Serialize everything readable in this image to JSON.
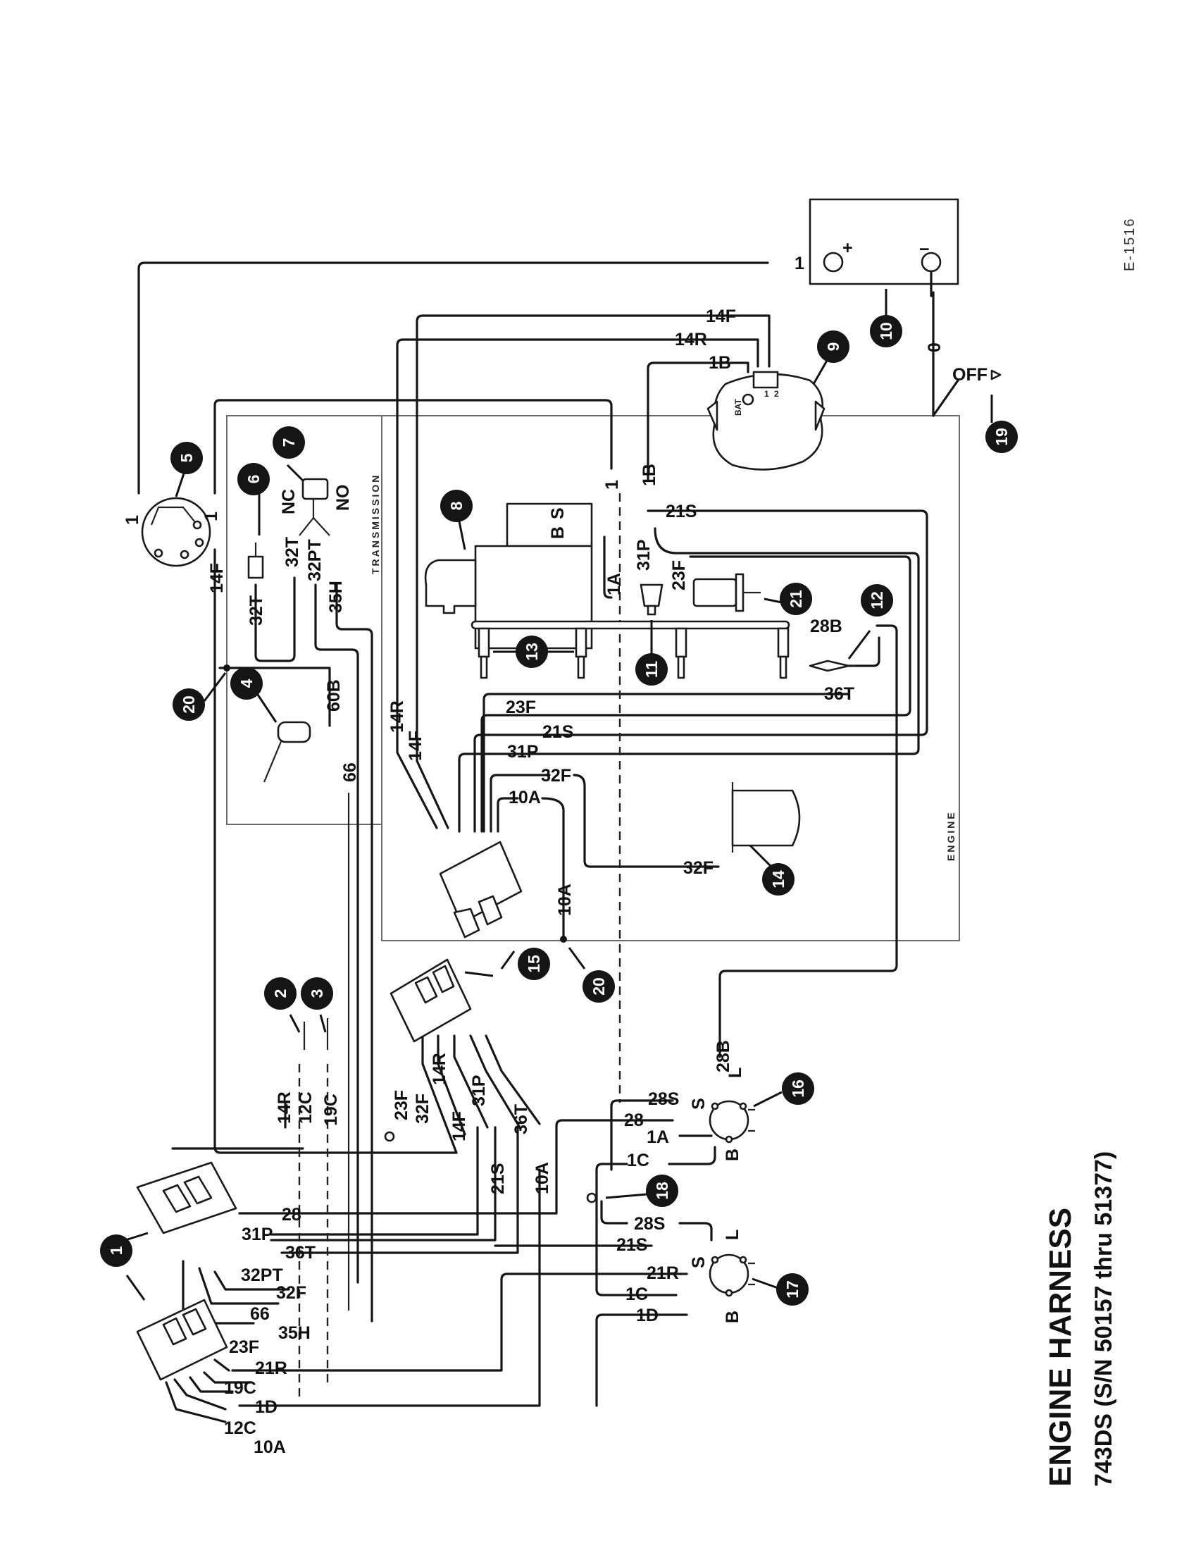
{
  "title": "ENGINE HARNESS",
  "subtitle": "743DS (S/N 50157 thru 51377)",
  "drawing_number": "E-1516",
  "section_labels": {
    "transmission": "TRANSMISSION",
    "engine": "ENGINE"
  },
  "battery": {
    "plus": "+",
    "minus": "−"
  },
  "switch_labels": {
    "nc": "NC",
    "no": "NO",
    "zero": "0",
    "off": "OFF"
  },
  "alternator_terminals": {
    "bat": "BAT",
    "t1": "1",
    "t2": "2"
  },
  "solenoid_terminals": {
    "b": "B",
    "s": "S"
  },
  "sw16_terminals": {
    "s": "S",
    "l": "L",
    "b": "B"
  },
  "sw17_terminals": {
    "s": "S",
    "l": "L",
    "b": "B"
  },
  "callouts": {
    "c1": "1",
    "c2": "2",
    "c3": "3",
    "c4": "4",
    "c5": "5",
    "c6": "6",
    "c7": "7",
    "c8": "8",
    "c9": "9",
    "c10": "10",
    "c11": "11",
    "c12": "12",
    "c13": "13",
    "c14": "14",
    "c15": "15",
    "c16": "16",
    "c17": "17",
    "c18": "18",
    "c19": "19",
    "c20": "20",
    "c21": "21"
  },
  "wire_labels": {
    "w1_battery": "1",
    "w1_left_a": "1",
    "w1_left_b": "1",
    "w1_right": "1",
    "w1a": "1A",
    "w1a_sw16": "1A",
    "w1b_top": "1B",
    "w1b_side": "1B",
    "w1c_sw16": "1C",
    "w1c_sw17": "1C",
    "w1d_sw17": "1D",
    "w1d_conn": "1D",
    "w10a_conn": "10A",
    "w10a_mid": "10A",
    "w10a_top": "10A",
    "w10a_side": "10A",
    "w12c_conn": "12C",
    "w12c_mid": "12C",
    "w14f_top": "14F",
    "w14f_left": "14F",
    "w14f_mid": "14F",
    "w14f_inner": "14F",
    "w14r_top": "14R",
    "w14r_inner": "14R",
    "w14r_mid": "14R",
    "w14r_left": "14R",
    "w19c_conn": "19C",
    "w19c_mid": "19C",
    "w21r_conn": "21R",
    "w21r_sw17": "21R",
    "w21s_top": "21S",
    "w21s_mid": "21S",
    "w21s_low": "21S",
    "w21s_sw17": "21S",
    "w23f_conn": "23F",
    "w23f_mid": "23F",
    "w23f_top": "23F",
    "w23f_fuel": "23F",
    "w28_conn": "28",
    "w28_sw16": "28",
    "w28b_top": "28B",
    "w28b_sw16": "28B",
    "w28s_sw16": "28S",
    "w28s_sw17": "28S",
    "w31p_conn": "31P",
    "w31p_mid": "31P",
    "w31p_top": "31P",
    "w31p_oil": "31P",
    "w32f_conn": "32F",
    "w32f_mid": "32F",
    "w32f_top": "32F",
    "w32f_gauge": "32F",
    "w32pt_conn": "32PT",
    "w32pt_top": "32PT",
    "w32t_a": "32T",
    "w32t_b": "32T",
    "w35h_conn": "35H",
    "w35h_top": "35H",
    "w36t_conn": "36T",
    "w36t_mid": "36T",
    "w36t_top": "36T",
    "w60b": "60B",
    "w66_conn": "66",
    "w66_top": "66"
  }
}
